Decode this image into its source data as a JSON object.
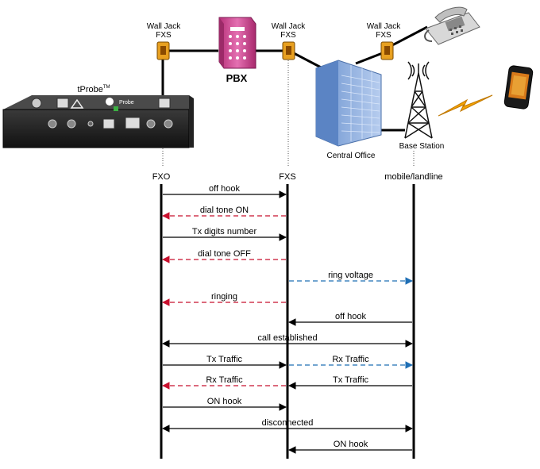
{
  "topology": {
    "wall_jack_1": "Wall Jack\nFXS",
    "wall_jack_2": "Wall Jack\nFXS",
    "wall_jack_3": "Wall Jack\nFXS",
    "pbx_label": "PBX",
    "device_label": "tProbe",
    "device_tm": "TM",
    "central_office_label": "Central Office",
    "base_station_label": "Base Station"
  },
  "lanes": [
    {
      "key": "fxo",
      "label": "FXO"
    },
    {
      "key": "fxs",
      "label": "FXS"
    },
    {
      "key": "mobile",
      "label": "mobile/landline"
    }
  ],
  "messages": [
    {
      "from": "fxo",
      "to": "fxs",
      "label": "off hook",
      "style": "solid",
      "color": "black"
    },
    {
      "from": "fxs",
      "to": "fxo",
      "label": "dial tone ON",
      "style": "dashed",
      "color": "red"
    },
    {
      "from": "fxo",
      "to": "fxs",
      "label": "Tx digits number",
      "style": "solid",
      "color": "black"
    },
    {
      "from": "fxs",
      "to": "fxo",
      "label": "dial tone OFF",
      "style": "dashed",
      "color": "red"
    },
    {
      "from": "fxs",
      "to": "mobile",
      "label": "ring voltage",
      "style": "dashed",
      "color": "blue"
    },
    {
      "from": "fxs",
      "to": "fxo",
      "label": "ringing",
      "style": "dashed",
      "color": "red"
    },
    {
      "from": "mobile",
      "to": "fxs",
      "label": "off hook",
      "style": "solid",
      "color": "black"
    },
    {
      "from": "fxo",
      "to": "mobile",
      "label": "call established",
      "style": "solid",
      "color": "black",
      "bidirectional": true
    },
    {
      "from": "fxo",
      "to": "fxs",
      "label": "Tx Traffic",
      "style": "solid",
      "color": "black",
      "paired": "rx1"
    },
    {
      "from": "fxs",
      "to": "mobile",
      "label": "Rx Traffic",
      "style": "dashed",
      "color": "blue"
    },
    {
      "from": "fxs",
      "to": "fxo",
      "label": "Rx Traffic",
      "style": "dashed",
      "color": "red"
    },
    {
      "from": "mobile",
      "to": "fxs",
      "label": "Tx Traffic",
      "style": "solid",
      "color": "black"
    },
    {
      "from": "fxo",
      "to": "fxs",
      "label": "ON hook",
      "style": "solid",
      "color": "black"
    },
    {
      "from": "fxo",
      "to": "mobile",
      "label": "disconnected",
      "style": "solid",
      "color": "black",
      "bidirectional": true
    },
    {
      "from": "mobile",
      "to": "fxs",
      "label": "ON hook",
      "style": "solid",
      "color": "black"
    }
  ],
  "colors": {
    "black": "#000000",
    "red": "#c8102e",
    "blue": "#1f6fb5",
    "pbx": "#d94f9e",
    "jack": "#e8a020",
    "building": "#8fb3e6"
  }
}
